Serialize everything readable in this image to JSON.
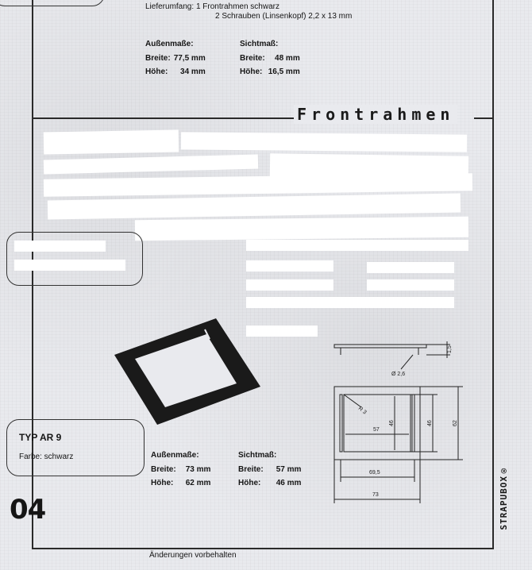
{
  "top": {
    "scope_label": "Lieferumfang:",
    "scope_line1": "1 Frontrahmen schwarz",
    "scope_line2": "2 Schrauben (Linsenkopf) 2,2 x 13 mm",
    "outer_title": "Außenmaße:",
    "outer_width_label": "Breite:",
    "outer_width": "77,5 mm",
    "outer_height_label": "Höhe:",
    "outer_height": "34 mm",
    "view_title": "Sichtmaß:",
    "view_width_label": "Breite:",
    "view_width": "48 mm",
    "view_height_label": "Höhe:",
    "view_height": "16,5 mm"
  },
  "section_title": "Frontrahmen",
  "product": {
    "type": "TYP AR 9",
    "color": "Farbe: schwarz",
    "outer_title": "Außenmaße:",
    "outer_width_label": "Breite:",
    "outer_width": "73 mm",
    "outer_height_label": "Höhe:",
    "outer_height": "62 mm",
    "view_title": "Sichtmaß:",
    "view_width_label": "Breite:",
    "view_width": "57 mm",
    "view_height_label": "Höhe:",
    "view_height": "46 mm"
  },
  "drawing": {
    "dim_top_height": "1,5",
    "dim_hole": "Ø 2,6",
    "dim_radius": "R 3",
    "dim_inner_w": "57",
    "dim_inner_h": "46",
    "dim_mid_h": "46",
    "dim_outer_h": "62",
    "dim_mount": "69,5",
    "dim_outer_w": "73"
  },
  "page_number": "04",
  "footer": "Änderungen vorbehalten",
  "brand": "STRAPUBOX®"
}
